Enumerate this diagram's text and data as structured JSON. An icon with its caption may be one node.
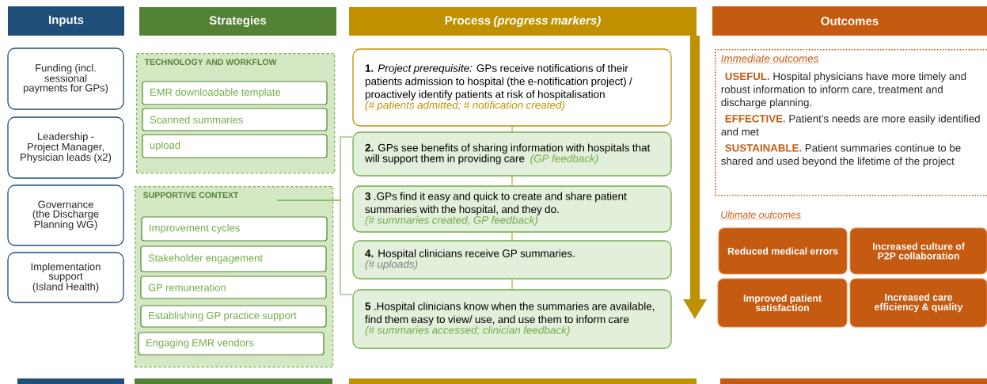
{
  "diagram": {
    "nodes": [
      {
        "text": [
          "Inputs"
        ]
      },
      {
        "text": [
          "Strategies"
        ]
      },
      {
        "text": [
          "Process *(progress markers)*"
        ]
      },
      {
        "text": [
          "Outcomes"
        ]
      },
      {
        "text": [
          "Funding (incl. sessional payments for GPs)"
        ]
      },
      {
        "text": [
          "Leadership - Project Manager, Physician leads (x2)"
        ]
      },
      {
        "text": [
          "Governance (the Discharge Planning WG)"
        ]
      },
      {
        "text": [
          "Implementation support (Island Health)"
        ]
      },
      {
        "text": [
          "TECHNOLOGY AND WORKFLOW"
        ]
      },
      {
        "text": [
          "EMR downloadable template"
        ],
        "in": 8
      },
      {
        "text": [
          "Scanned summaries"
        ],
        "in": 8
      },
      {
        "text": [
          "upload"
        ],
        "in": 8
      },
      {
        "text": [
          "SUPPORTIVE CONTEXT"
        ]
      },
      {
        "text": [
          "Improvement cycles"
        ],
        "in": 12
      },
      {
        "text": [
          "Stakeholder engagement"
        ],
        "in": 12
      },
      {
        "text": [
          "GP remuneration"
        ],
        "in": 12
      },
      {
        "text": [
          "Establishing GP practice support"
        ],
        "in": 12
      },
      {
        "text": [
          "Engaging EMR vendors"
        ],
        "in": 12
      },
      {
        "text": [
          "**1.** *Project prerequisite:* GPs receive notifications of their patients admission to hospital (the e-notification project) / proactively identify patients at risk of hospitalisation",
          "(# patients admitted; # notification created)"
        ]
      },
      {
        "text": [
          "**2.** GPs see benefits of sharing information with hospitals that will support them in providing care",
          "(GP feedback)"
        ]
      },
      {
        "text": [
          "**3** .GPs find it easy and quick to create and share patient summaries with the hospital, and they do.",
          "(# summaries created, GP feedback)"
        ]
      },
      {
        "text": [
          "**4.** Hospital clinicians receive GP summaries.",
          "(# uploads)"
        ]
      },
      {
        "text": [
          "**5** .Hospital clinicians know when the summaries are available, find them easy to view/ use, and use them to inform care",
          "(# summaries accessed; clinician feedback)"
        ]
      },
      {
        "text": [
          "Immediate outcomes",
          "USEFUL.",
          "Hospital physicians have more timely and robust information to inform care, treatment and discharge planning.",
          "EFFECTIVE.",
          "Patient’s needs are more easily identified and met",
          "SUSTAINABLE.",
          "Patient summaries continue to be shared and used beyond the lifetime of the project"
        ]
      },
      {
        "text": [
          "Reduced medical errors"
        ]
      },
      {
        "text": [
          "Increased culture of P2P collaboration"
        ]
      },
      {
        "text": [
          "Improved patient satisfaction"
        ]
      },
      {
        "text": [
          "Increased care efficiency & quality"
        ]
      }
    ],
    "edges": [
      {
        "from": 18,
        "to": 19,
        "arrow": "none"
      },
      {
        "from": 19,
        "to": 20,
        "arrow": "none"
      },
      {
        "from": 20,
        "to": 21,
        "arrow": "none"
      },
      {
        "from": 21,
        "to": 22,
        "arrow": "none"
      },
      {
        "from": 12,
        "to": 19,
        "arrow": "none",
        "color": "#70ad47"
      },
      {
        "from": 12,
        "to": 22,
        "arrow": "none",
        "color": "#70ad47"
      },
      {
        "from": 2,
        "to": null,
        "arrow": "to",
        "style": "thick"
      }
    ],
    "labels": [
      "Ultimate outcomes"
    ]
  }
}
